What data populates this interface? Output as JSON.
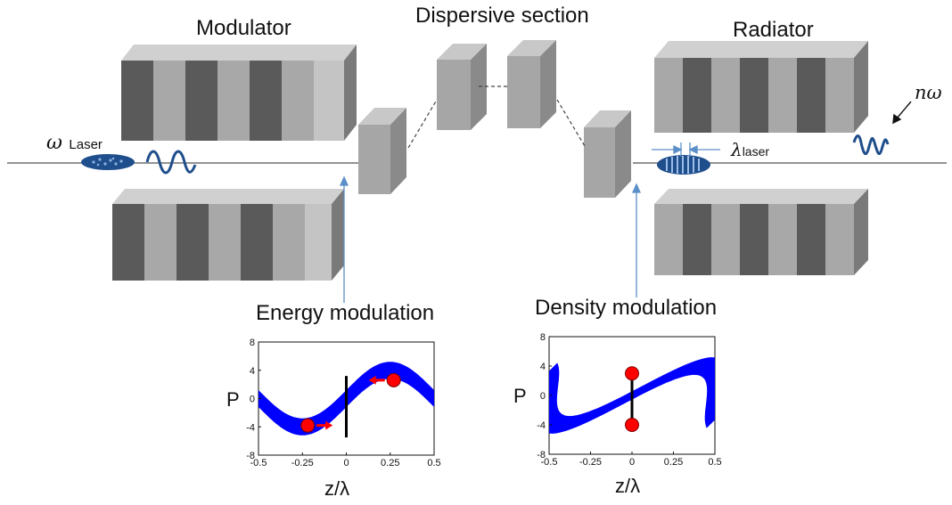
{
  "labels": {
    "modulator": "Modulator",
    "dispersive_section": "Dispersive section",
    "radiator": "Radiator",
    "energy_modulation": "Energy modulation",
    "density_modulation": "Density modulation",
    "omega": "ω",
    "laser_subscript": "Laser",
    "lambda": "λ",
    "laser_subscript_lower": "laser",
    "n_omega": "nω"
  },
  "colors": {
    "dark_magnet": "#5a5a5a",
    "light_magnet": "#a8a8a8",
    "particles": "#0000ff",
    "markers": "#ff0000",
    "bunch": "#1f4e8c",
    "pointer_line": "#5b8fc7"
  },
  "chart_data": [
    {
      "type": "scatter",
      "title": "",
      "xlabel": "z/λ",
      "ylabel": "P",
      "xlim": [
        -0.5,
        0.5
      ],
      "ylim": [
        -8,
        8
      ],
      "xticks": [
        "-0.5",
        "-0.25",
        "0",
        "0.25",
        "0.5"
      ],
      "yticks": [
        "8",
        "4",
        "0",
        "-4",
        "-8"
      ],
      "series": [
        {
          "shape": "sinusoid",
          "amplitude": 4,
          "spread": 1.2,
          "color": "#0000ff"
        }
      ],
      "markers": [
        {
          "x": -0.22,
          "y": -3.8
        },
        {
          "x": 0.27,
          "y": 2.6
        }
      ],
      "separator_x": 0
    },
    {
      "type": "scatter",
      "title": "",
      "xlabel": "z/λ",
      "ylabel": "P",
      "xlim": [
        -0.5,
        0.5
      ],
      "ylim": [
        -8,
        8
      ],
      "xticks": [
        "-0.5",
        "-0.25",
        "0",
        "0.25",
        "0.5"
      ],
      "yticks": [
        "8",
        "4",
        "0",
        "-4",
        "-8"
      ],
      "series": [
        {
          "shape": "sheared sinusoid",
          "amplitude": 4,
          "spread": 1.2,
          "color": "#0000ff"
        }
      ],
      "markers": [
        {
          "x": 0,
          "y": 3
        },
        {
          "x": 0,
          "y": -4
        }
      ],
      "separator_x": 0
    }
  ]
}
